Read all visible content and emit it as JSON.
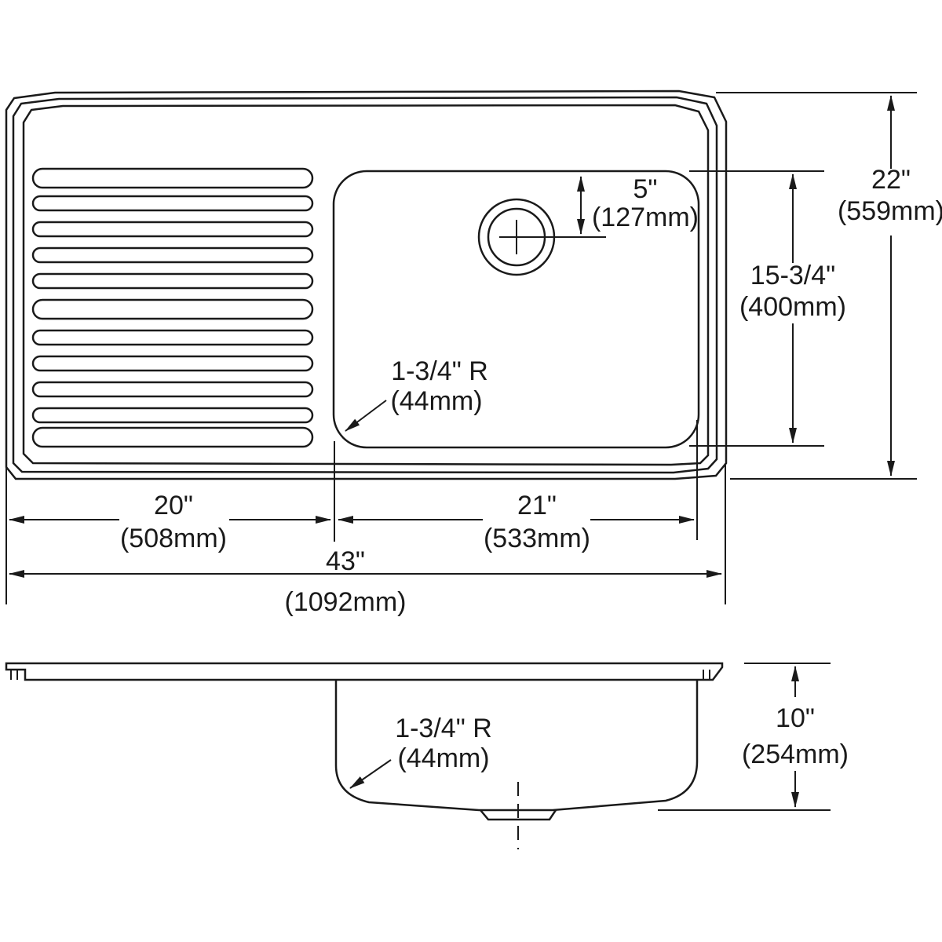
{
  "colors": {
    "line": "#1a1a1a",
    "background": "#ffffff"
  },
  "top_view": {
    "drain_offset": {
      "imperial": "5\"",
      "metric": "(127mm)"
    },
    "bowl_length": {
      "imperial": "15-3/4\"",
      "metric": "(400mm)"
    },
    "overall_depth": {
      "imperial": "22\"",
      "metric": "(559mm)"
    },
    "corner_radius": {
      "imperial": "1-3/4\" R",
      "metric": "(44mm)"
    },
    "drainboard_width": {
      "imperial": "20\"",
      "metric": "(508mm)"
    },
    "bowl_width": {
      "imperial": "21\"",
      "metric": "(533mm)"
    },
    "overall_width": {
      "imperial": "43\"",
      "metric": "(1092mm)"
    }
  },
  "side_view": {
    "corner_radius": {
      "imperial": "1-3/4\" R",
      "metric": "(44mm)"
    },
    "bowl_depth": {
      "imperial": "10\"",
      "metric": "(254mm)"
    }
  }
}
